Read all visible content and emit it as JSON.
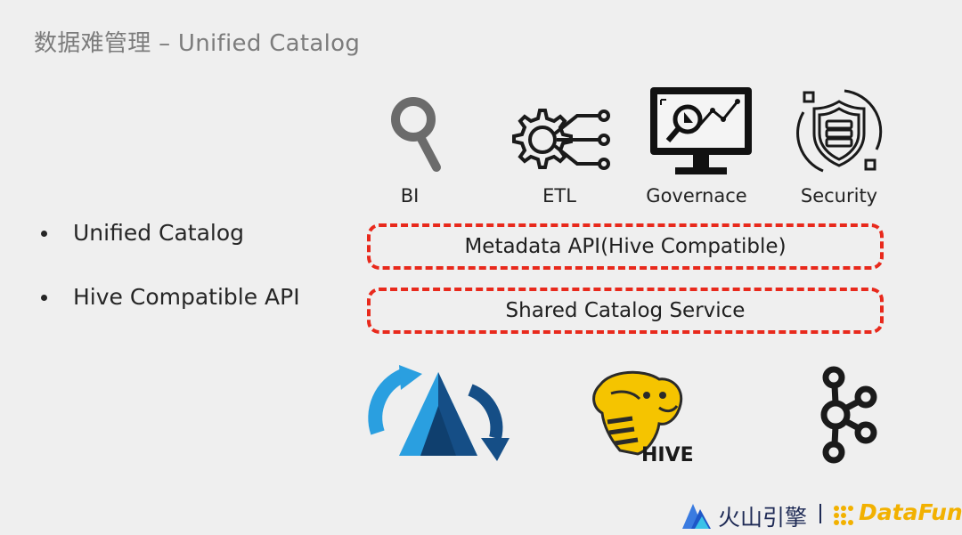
{
  "slide": {
    "title": "数据难管理 – Unified Catalog",
    "bullets": [
      "Unified Catalog",
      "Hive Compatible API"
    ]
  },
  "consumers": [
    {
      "label": "BI",
      "icon": "magnifier-icon"
    },
    {
      "label": "ETL",
      "icon": "gear-circuit-icon"
    },
    {
      "label": "Governace",
      "icon": "monitor-analytics-icon"
    },
    {
      "label": "Security",
      "icon": "shield-server-icon"
    }
  ],
  "layers": {
    "metadata_api": "Metadata API(Hive Compatible)",
    "catalog_service": "Shared Catalog Service"
  },
  "engines": [
    {
      "icon": "delta-lake-logo"
    },
    {
      "icon": "hive-logo",
      "logo_text": "HIVE"
    },
    {
      "icon": "kafka-logo"
    }
  ],
  "footer": {
    "brand_cn": "火山引擎",
    "brand_en": "DataFun."
  },
  "colors": {
    "dashed_border": "#e8291c",
    "background": "#efefef",
    "hive_yellow": "#f5c400",
    "delta_light_blue": "#2a9fe0",
    "delta_dark_blue": "#154e86",
    "footer_navy": "#1e2a55",
    "datafun_orange": "#f2b100"
  }
}
